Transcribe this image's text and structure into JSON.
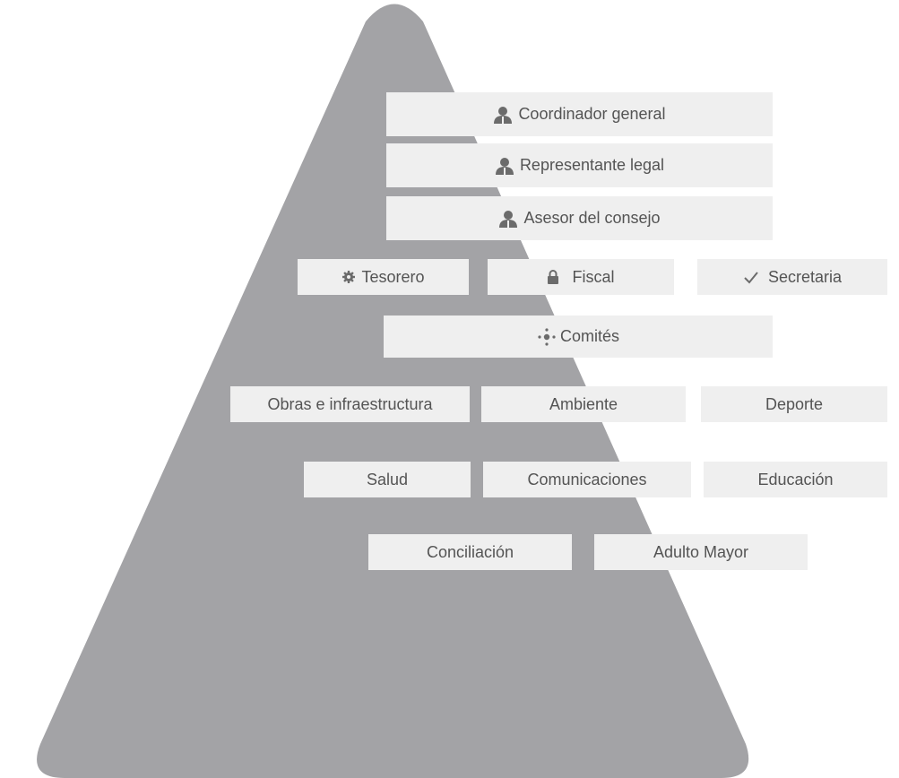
{
  "colors": {
    "pyramid": "#a3a3a6",
    "box": "#efefef",
    "text": "#545454",
    "icon": "#6b6b6b"
  },
  "leadership": [
    {
      "label": "Coordinador general",
      "icon": "user-icon"
    },
    {
      "label": "Representante legal",
      "icon": "user-icon"
    },
    {
      "label": "Asesor del consejo",
      "icon": "user-icon"
    }
  ],
  "officers": [
    {
      "label": "Tesorero",
      "icon": "gear-icon"
    },
    {
      "label": "Fiscal",
      "icon": "lock-icon"
    },
    {
      "label": "Secretaria",
      "icon": "check-icon"
    }
  ],
  "committees_header": {
    "label": "Comités",
    "icon": "network-icon"
  },
  "committees": {
    "row1": [
      "Obras e infraestructura",
      "Ambiente",
      "Deporte"
    ],
    "row2": [
      "Salud",
      "Comunicaciones",
      "Educación"
    ],
    "row3": [
      "Conciliación",
      "Adulto Mayor"
    ]
  }
}
